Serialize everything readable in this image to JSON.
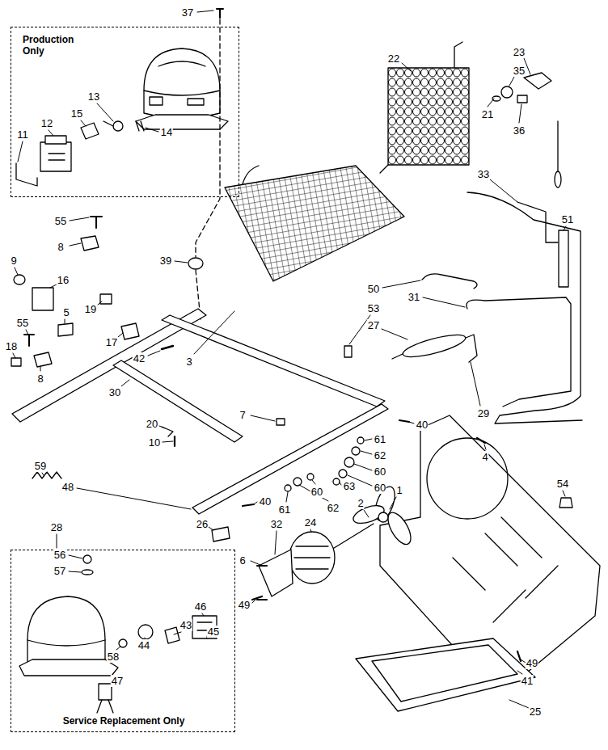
{
  "diagram": {
    "nodes": [
      {
        "text": [
          "Production Only"
        ]
      },
      {
        "text": [
          "Service Replacement Only"
        ]
      }
    ],
    "labels": [
      "37",
      "13",
      "12",
      "15",
      "11",
      "14",
      "22",
      "23",
      "35",
      "21",
      "36",
      "33",
      "55",
      "8",
      "9",
      "39",
      "16",
      "19",
      "5",
      "55",
      "17",
      "18",
      "42",
      "3",
      "8",
      "50",
      "31",
      "53",
      "27",
      "51",
      "30",
      "7",
      "29",
      "40",
      "20",
      "10",
      "61",
      "62",
      "4",
      "60",
      "63",
      "60",
      "59",
      "48",
      "54",
      "1",
      "40",
      "60",
      "62",
      "61",
      "2",
      "32",
      "24",
      "28",
      "26",
      "56",
      "57",
      "6",
      "46",
      "43",
      "45",
      "44",
      "58",
      "47",
      "49",
      "49",
      "41",
      "25"
    ]
  }
}
